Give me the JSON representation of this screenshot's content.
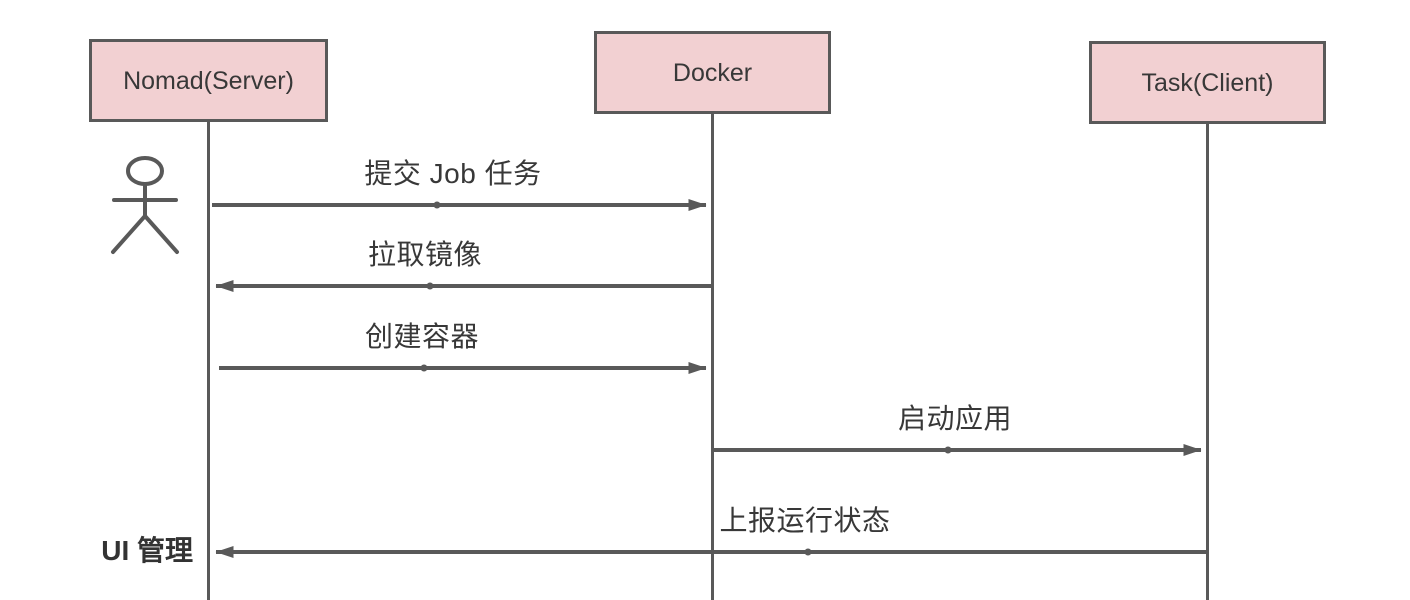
{
  "diagram": {
    "type": "sequence-diagram",
    "colors": {
      "background": "#ffffff",
      "stroke": "#595959",
      "participant_fill": "#f2d0d2",
      "text": "#383838"
    },
    "participants": [
      {
        "id": "nomad",
        "label": "Nomad(Server)"
      },
      {
        "id": "docker",
        "label": "Docker"
      },
      {
        "id": "task",
        "label": "Task(Client)"
      }
    ],
    "actor_icon": "stick-figure-user",
    "messages": [
      {
        "label": "提交 Job 任务",
        "from": "nomad",
        "to": "docker",
        "direction": "right"
      },
      {
        "label": "拉取镜像",
        "from": "docker",
        "to": "nomad",
        "direction": "left"
      },
      {
        "label": "创建容器",
        "from": "nomad",
        "to": "docker",
        "direction": "right"
      },
      {
        "label": "启动应用",
        "from": "docker",
        "to": "task",
        "direction": "right"
      },
      {
        "label": "上报运行状态",
        "from": "task",
        "to": "nomad",
        "direction": "left"
      }
    ],
    "side_label": "UI 管理"
  }
}
